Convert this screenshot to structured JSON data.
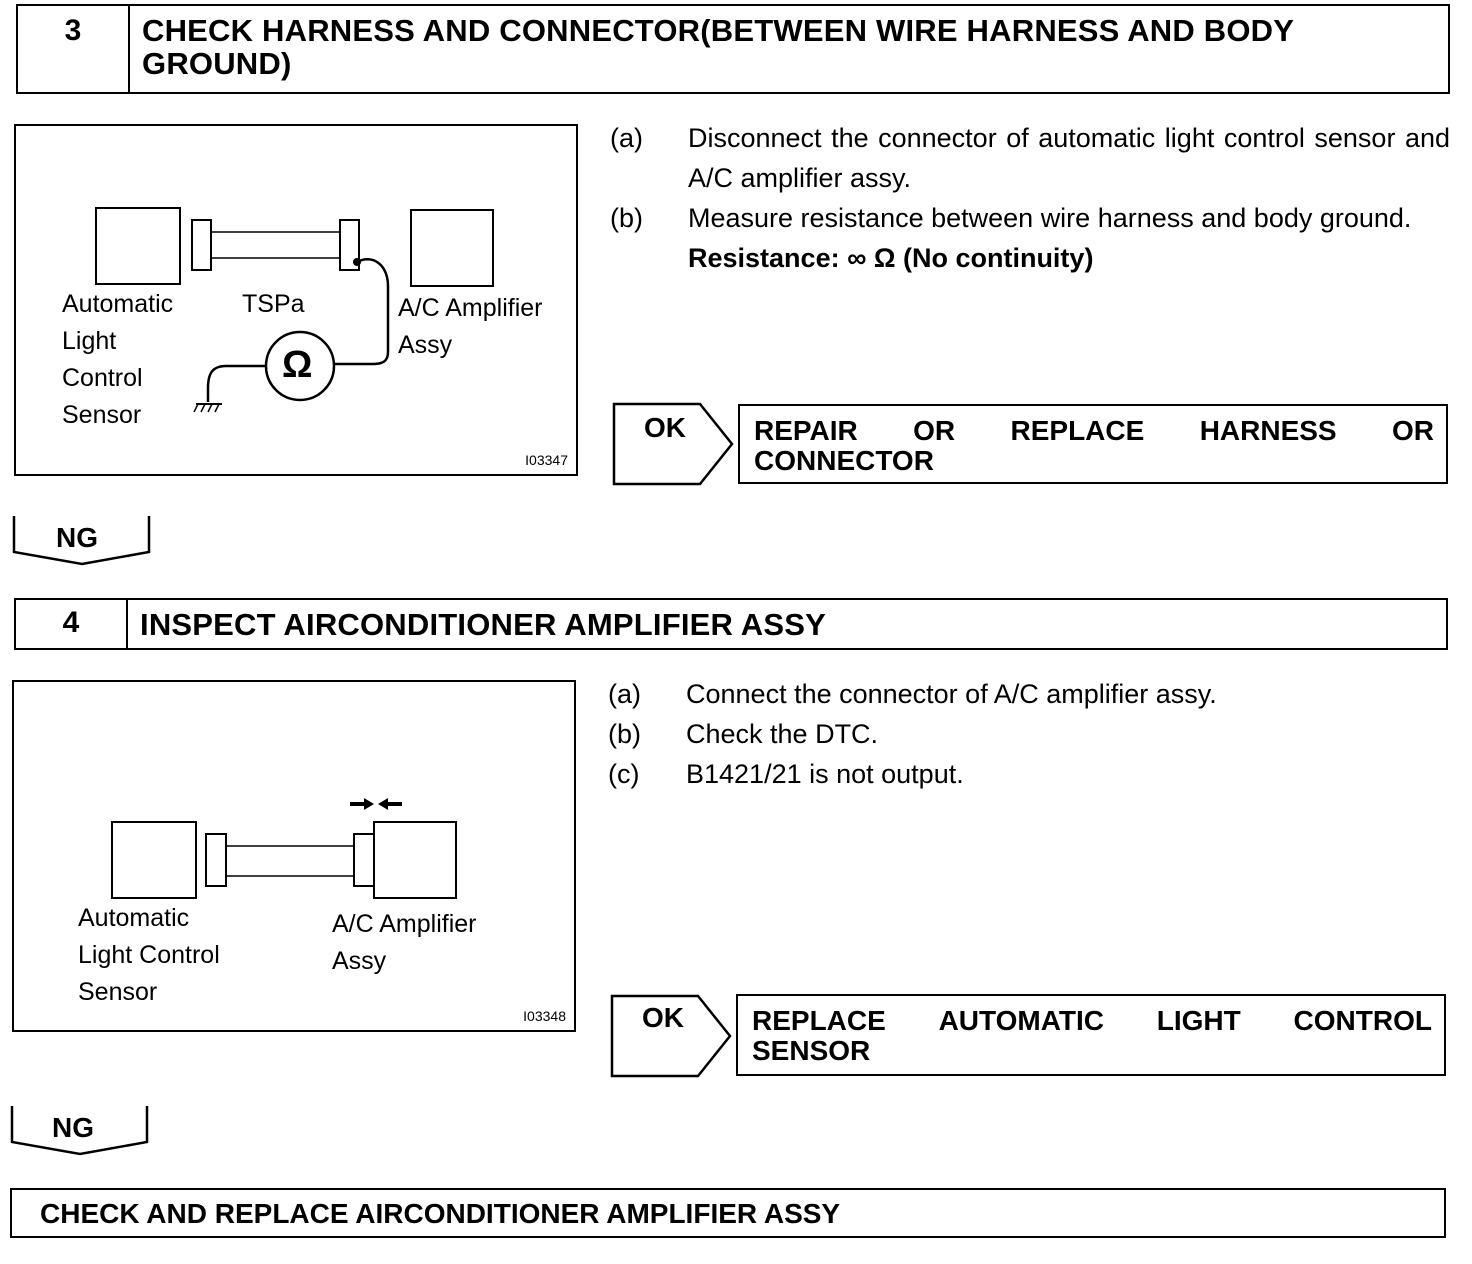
{
  "step3": {
    "number": "3",
    "title": "CHECK HARNESS AND CONNECTOR(BETWEEN WIRE HARNESS AND BODY GROUND)",
    "figure": {
      "label_sensor": "Automatic\nLight\nControl\nSensor",
      "label_tspa": "TSPa",
      "label_amplifier": "A/C Amplifier\nAssy",
      "ohm_symbol": "Ω",
      "figure_id": "I03347"
    },
    "instructions": [
      {
        "key": "(a)",
        "text": "Disconnect the connector of automatic light control sensor and A/C amplifier assy."
      },
      {
        "key": "(b)",
        "text": "Measure resistance between wire harness and body ground."
      }
    ],
    "spec": "Resistance: ∞ Ω (No continuity)",
    "ok_label": "OK",
    "ok_result": "REPAIR OR REPLACE HARNESS OR CONNECTOR",
    "ok_result_line1": [
      "REPAIR",
      "OR",
      "REPLACE",
      "HARNESS",
      "OR"
    ],
    "ok_result_line2": "CONNECTOR",
    "ng_label": "NG"
  },
  "step4": {
    "number": "4",
    "title": "INSPECT AIRCONDITIONER AMPLIFIER ASSY",
    "figure": {
      "label_sensor": "Automatic\nLight Control\nSensor",
      "label_amplifier": "A/C Amplifier\nAssy",
      "figure_id": "I03348"
    },
    "instructions": [
      {
        "key": "(a)",
        "text": "Connect the connector of A/C amplifier assy."
      },
      {
        "key": "(b)",
        "text": "Check the DTC."
      },
      {
        "key": "(c)",
        "text": "B1421/21 is not output."
      }
    ],
    "ok_label": "OK",
    "ok_result": "REPLACE AUTOMATIC LIGHT CONTROL SENSOR",
    "ok_result_line1": [
      "REPLACE",
      "AUTOMATIC",
      "LIGHT",
      "CONTROL"
    ],
    "ok_result_line2": "SENSOR",
    "ng_label": "NG"
  },
  "final": {
    "text": "CHECK AND REPLACE AIRCONDITIONER AMPLIFIER ASSY"
  }
}
